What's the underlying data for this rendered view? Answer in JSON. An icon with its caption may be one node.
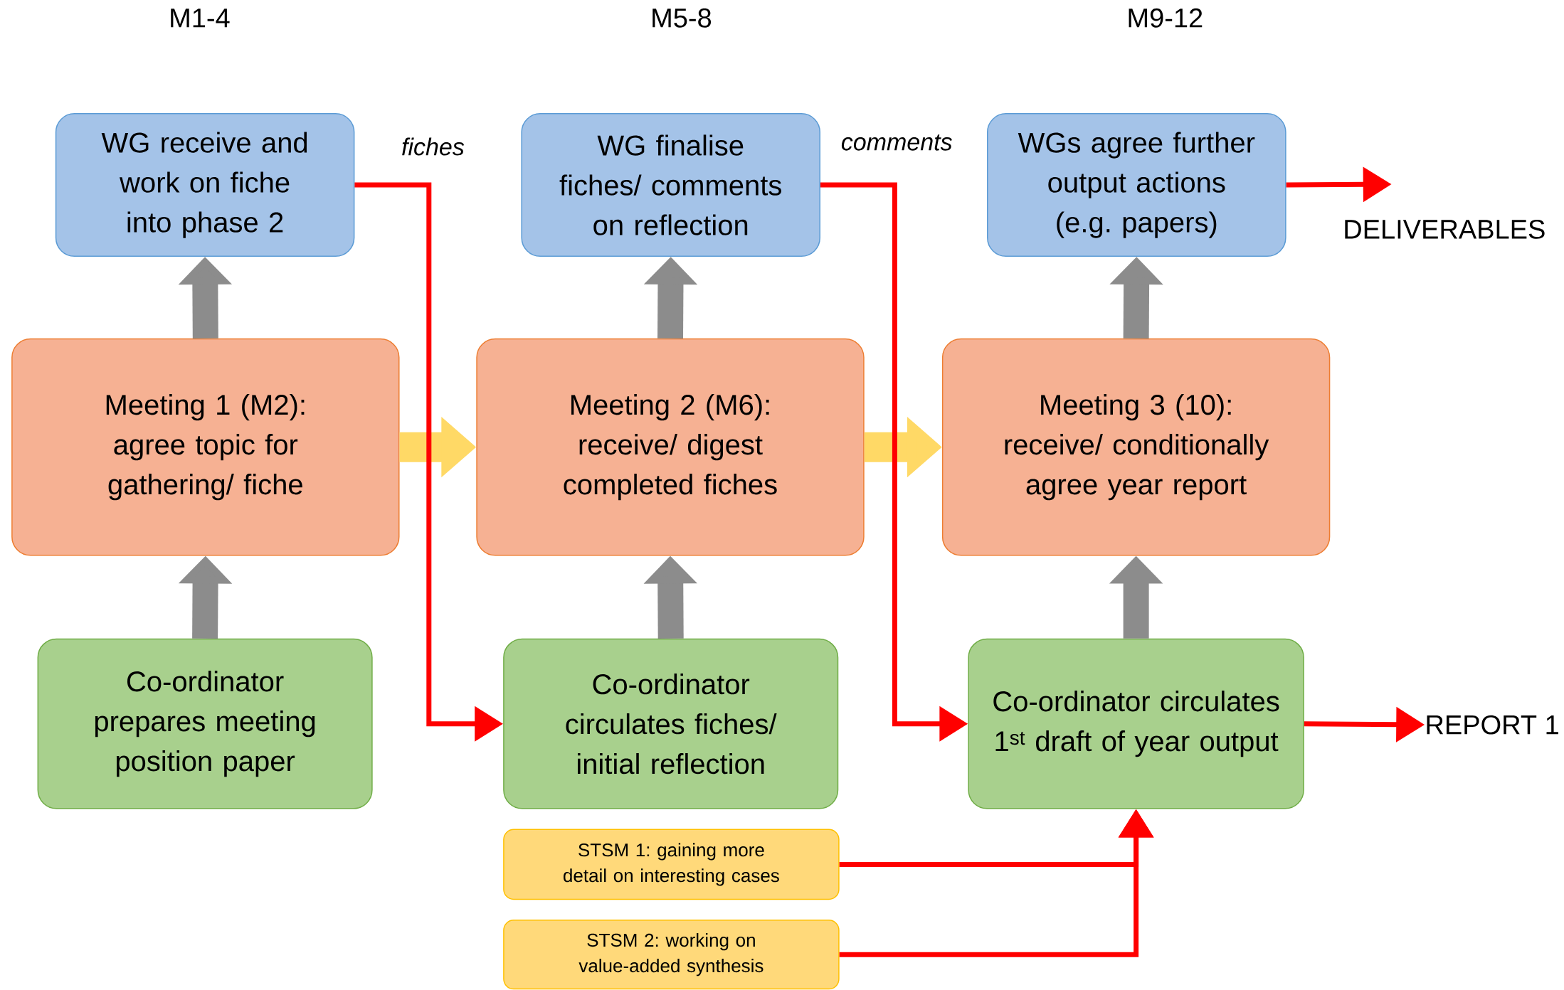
{
  "diagram": {
    "nodes": [
      {
        "text": [
          "WG receive and work on fiche into phase 2"
        ]
      },
      {
        "text": [
          "WG finalise fiches/ comments on reflection"
        ]
      },
      {
        "text": [
          "WGs agree further output actions (e.g. papers)"
        ]
      },
      {
        "text": [
          "DELIVERABLES"
        ]
      },
      {
        "text": [
          "Meeting 1 (M2): agree topic for gathering/ fiche"
        ]
      },
      {
        "text": [
          "Meeting 2 (M6): receive/ digest completed fiches"
        ]
      },
      {
        "text": [
          "Meeting 3 (10): receive/ conditionally agree year report"
        ]
      },
      {
        "text": [
          "Co-ordinator prepares meeting position paper"
        ]
      },
      {
        "text": [
          "Co-ordinator circulates fiches/ initial reflection"
        ]
      },
      {
        "text": [
          "Co-ordinator circulates 1$^{st}$ draft of year output"
        ]
      },
      {
        "text": [
          "REPORT 1"
        ]
      },
      {
        "text": [
          "STSM 1: gaining more detail on interesting cases"
        ]
      },
      {
        "text": [
          "STSM 2: working on value-added synthesis"
        ]
      }
    ],
    "edges": [
      {
        "from": 4,
        "to": 0,
        "arrow": "to"
      },
      {
        "from": 5,
        "to": 1,
        "arrow": "to"
      },
      {
        "from": 6,
        "to": 2,
        "arrow": "to"
      },
      {
        "from": 7,
        "to": 4,
        "arrow": "to"
      },
      {
        "from": 8,
        "to": 5,
        "arrow": "to"
      },
      {
        "from": 9,
        "to": 6,
        "arrow": "to"
      },
      {
        "from": 4,
        "to": 5,
        "arrow": "to",
        "color": "#ffd966"
      },
      {
        "from": 5,
        "to": 6,
        "arrow": "to",
        "color": "#ffd966"
      },
      {
        "from": 0,
        "to": 8,
        "arrow": "to",
        "label": "fiches",
        "color": "#ff0000"
      },
      {
        "from": 1,
        "to": 9,
        "arrow": "to",
        "label": "comments",
        "color": "#ff0000"
      },
      {
        "from": 2,
        "to": 3,
        "arrow": "to",
        "color": "#ff0000"
      },
      {
        "from": 9,
        "to": 10,
        "arrow": "to",
        "color": "#ff0000"
      },
      {
        "from": 11,
        "to": 9,
        "arrow": "to",
        "color": "#ff0000"
      },
      {
        "from": 12,
        "to": 9,
        "arrow": "to",
        "color": "#ff0000"
      }
    ],
    "labels": [
      "M1-4",
      "M5-8",
      "M9-12"
    ]
  }
}
